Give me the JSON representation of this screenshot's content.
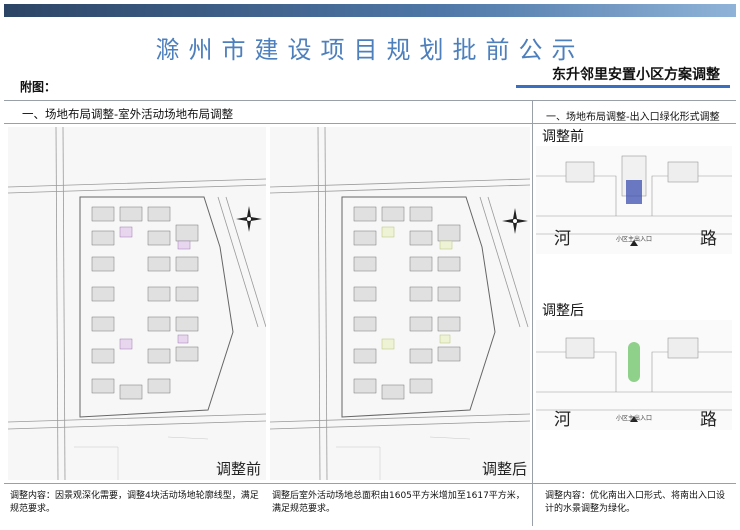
{
  "title": "滁州市建设项目规划批前公示",
  "attachment_label": "附图：",
  "project_name": "东升邻里安置小区方案调整",
  "left_section": {
    "heading": "一、场地布局调整-室外活动场地布局调整",
    "before_label": "调整前",
    "after_label": "调整后",
    "desc_left": "调整内容：因景观深化需要，调整4块活动场地轮廓线型，满足规范要求。",
    "desc_right": "调整后室外活动场地总面积由1605平方米增加至1617平方米，满足规范要求。"
  },
  "right_section": {
    "heading": "一、场地布局调整-出入口绿化形式调整",
    "before_label": "调整前",
    "after_label": "调整后",
    "road_char_1": "河",
    "road_char_2": "路",
    "entrance_label": "小区主出入口",
    "desc": "调整内容：优化南出入口形式、将南出入口设计的水景调整为绿化。"
  },
  "colors": {
    "header_bar": "#3d6491",
    "title": "#4d7fbd",
    "underline": "#3a6fc0",
    "water_feature": "#3b4fb0",
    "green_feature": "#8fd08a"
  }
}
